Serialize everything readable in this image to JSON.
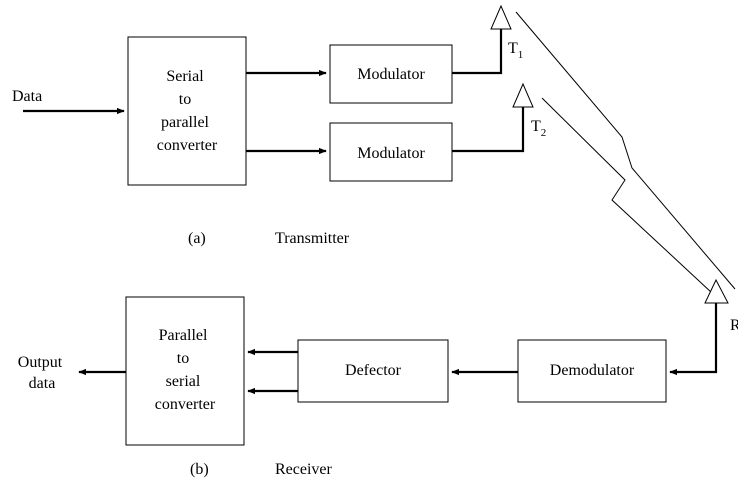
{
  "transmitter": {
    "input_label": "Data",
    "converter_lines": [
      "Serial",
      "to",
      "parallel",
      "converter"
    ],
    "modulator_1": "Modulator",
    "modulator_2": "Modulator",
    "antenna_1": {
      "letter": "T",
      "sub": "1"
    },
    "antenna_2": {
      "letter": "T",
      "sub": "2"
    },
    "caption_tag": "(a)",
    "caption": "Transmitter"
  },
  "receiver": {
    "antenna": {
      "letter": "R"
    },
    "demodulator": "Demodulator",
    "detector": "Defector",
    "converter_lines": [
      "Parallel",
      "to",
      "serial",
      "converter"
    ],
    "output_lines": [
      "Output",
      "data"
    ],
    "caption_tag": "(b)",
    "caption": "Receiver"
  }
}
